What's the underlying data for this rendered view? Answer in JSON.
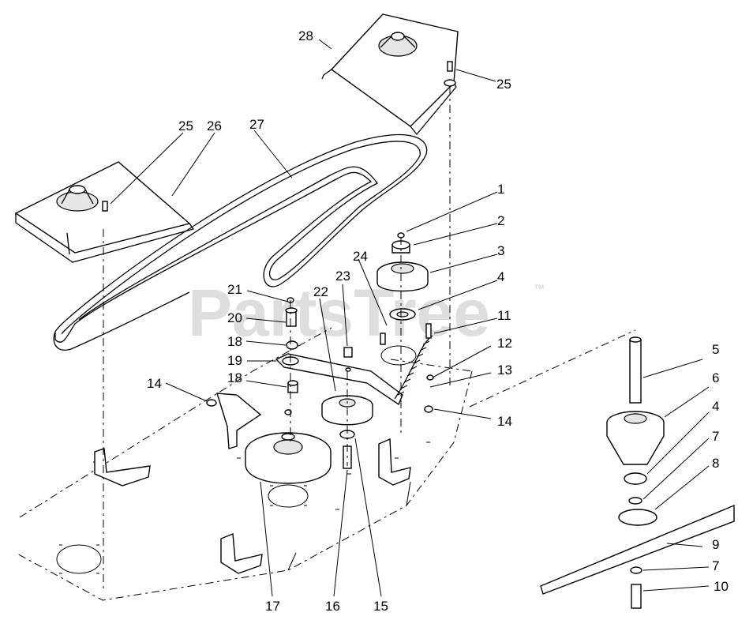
{
  "watermark": {
    "text": "PartsTree",
    "trademark": "™"
  },
  "callouts": [
    {
      "id": "c28",
      "label": "28"
    },
    {
      "id": "c25a",
      "label": "25"
    },
    {
      "id": "c25b",
      "label": "25"
    },
    {
      "id": "c26",
      "label": "26"
    },
    {
      "id": "c27",
      "label": "27"
    },
    {
      "id": "c1",
      "label": "1"
    },
    {
      "id": "c2",
      "label": "2"
    },
    {
      "id": "c3",
      "label": "3"
    },
    {
      "id": "c4a",
      "label": "4"
    },
    {
      "id": "c24",
      "label": "24"
    },
    {
      "id": "c23",
      "label": "23"
    },
    {
      "id": "c22",
      "label": "22"
    },
    {
      "id": "c21",
      "label": "21"
    },
    {
      "id": "c20",
      "label": "20"
    },
    {
      "id": "c18a",
      "label": "18"
    },
    {
      "id": "c19",
      "label": "19"
    },
    {
      "id": "c18b",
      "label": "18"
    },
    {
      "id": "c11",
      "label": "11"
    },
    {
      "id": "c12",
      "label": "12"
    },
    {
      "id": "c13",
      "label": "13"
    },
    {
      "id": "c14a",
      "label": "14"
    },
    {
      "id": "c14b",
      "label": "14"
    },
    {
      "id": "c5",
      "label": "5"
    },
    {
      "id": "c6",
      "label": "6"
    },
    {
      "id": "c4b",
      "label": "4"
    },
    {
      "id": "c7a",
      "label": "7"
    },
    {
      "id": "c8",
      "label": "8"
    },
    {
      "id": "c9",
      "label": "9"
    },
    {
      "id": "c7b",
      "label": "7"
    },
    {
      "id": "c10",
      "label": "10"
    },
    {
      "id": "c17",
      "label": "17"
    },
    {
      "id": "c16",
      "label": "16"
    },
    {
      "id": "c15",
      "label": "15"
    }
  ]
}
